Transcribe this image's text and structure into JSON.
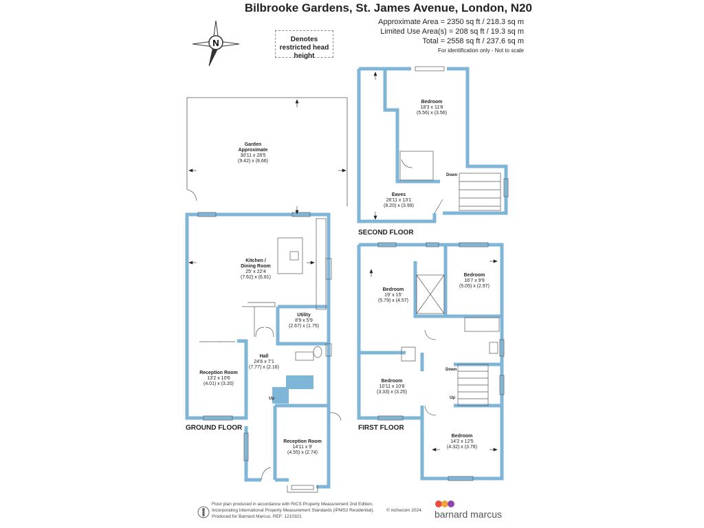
{
  "header": {
    "title": "Bilbrooke Gardens, St. James Avenue, London, N20",
    "approx_area": "Approximate Area = 2350 sq ft / 218.3 sq m",
    "limited_use": "Limited Use Area(s) = 208 sq ft / 19.3 sq m",
    "total": "Total = 2558 sq ft / 237.6 sq m",
    "note": "For identification only - Not to scale"
  },
  "legend": {
    "restricted": "Denotes restricted head height"
  },
  "compass": {
    "letter": "N"
  },
  "floors": {
    "ground": "GROUND FLOOR",
    "first": "FIRST FLOOR",
    "second": "SECOND FLOOR"
  },
  "rooms": {
    "garden": {
      "name": "Garden",
      "line2": "Approximate",
      "dims": "30'11 x 28'5",
      "metric": "(9.42) x (8.66)"
    },
    "kitchen": {
      "name": "Kitchen /",
      "line2": "Dining Room",
      "dims": "25' x 22'4",
      "metric": "(7.62) x (6.81)"
    },
    "utility": {
      "name": "Utility",
      "dims": "8'9 x 5'9",
      "metric": "(2.67) x (1.75)"
    },
    "hall": {
      "name": "Hall",
      "dims": "24'6 x 7'1",
      "metric": "(7.77) x (2.16)"
    },
    "reception1": {
      "name": "Reception Room",
      "dims": "13'2 x 10'6",
      "metric": "(4.01) x (3.20)"
    },
    "reception2": {
      "name": "Reception Room",
      "dims": "14'11 x 9'",
      "metric": "(4.55) x (2.74)"
    },
    "bed_ff_1": {
      "name": "Bedroom",
      "dims": "19' x 15'",
      "metric": "(5.79) x (4.57)"
    },
    "bed_ff_2": {
      "name": "Bedroom",
      "dims": "16'7 x 9'9",
      "metric": "(5.05) x (2.97)"
    },
    "bed_ff_3": {
      "name": "Bedroom",
      "dims": "10'11 x 10'8",
      "metric": "(3.33) x (3.25)"
    },
    "bed_ff_4": {
      "name": "Bedroom",
      "dims": "14'2 x 12'5",
      "metric": "(4.32) x (3.78)"
    },
    "bed_sf": {
      "name": "Bedroom",
      "dims": "18'3 x 11'8",
      "metric": "(5.56) x (3.56)"
    },
    "eaves": {
      "name": "Eaves",
      "dims": "26'11 x 13'1",
      "metric": "(8.20) x (3.99)"
    }
  },
  "stair_labels": {
    "up": "Up",
    "down": "Down"
  },
  "footer": {
    "line1": "Floor plan produced in accordance with RICS Property Measurement 2nd Edition,",
    "line2": "Incorporating International Property Measurement Standards (IPMS2 Residential).",
    "line3": "Produced for Barnard Marcus.   REF:  1210321",
    "copyright": "© nichecom 2024.",
    "brand": "barnard marcus"
  },
  "colors": {
    "wall": "#7fb6d8",
    "line": "#555555",
    "dot1": "#e94b3c",
    "dot2": "#f2a33a",
    "dot3": "#8e44ad"
  }
}
